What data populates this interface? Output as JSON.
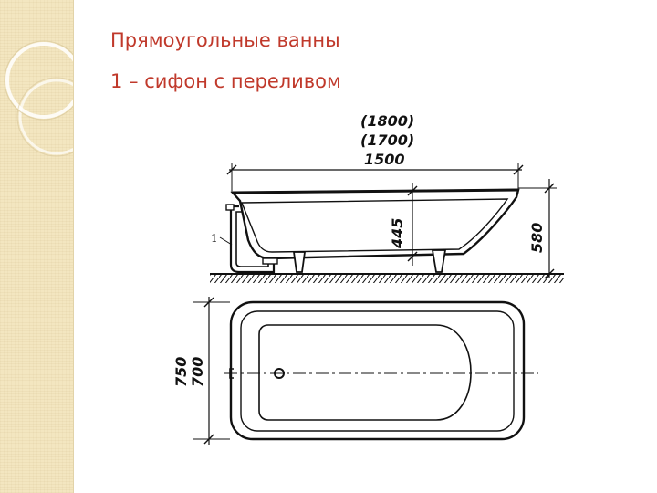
{
  "slide": {
    "title": "Прямоугольные ванны",
    "subtitle": "1 – сифон с переливом"
  },
  "diagram": {
    "callout_label": "1",
    "dimensions": {
      "length_alt_1": "(1800)",
      "length_alt_2": "(1700)",
      "length": "1500",
      "depth": "445",
      "height": "580",
      "width_1": "750",
      "width_2": "700"
    }
  },
  "colors": {
    "title": "#c0392b",
    "strip": "#f3e6c0",
    "line": "#111111"
  }
}
